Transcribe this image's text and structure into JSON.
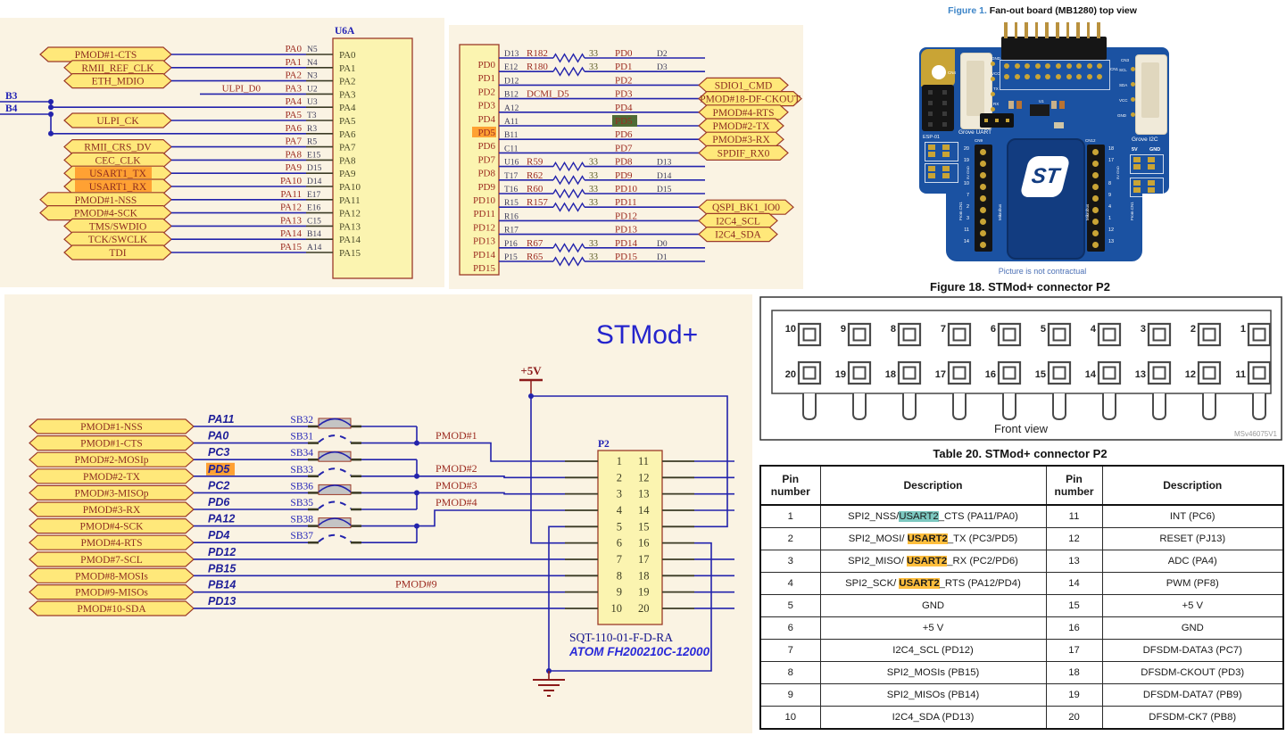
{
  "colors": {
    "wire_blue": "#2323AC",
    "net_maroon": "#9C2B20",
    "flag_yellow": "#FFE87A",
    "flag_border": "#9C3A28",
    "chip_fill": "#FBF4B0",
    "highlight_orange": "#FFA133",
    "hl_teal": "#7CC8C0",
    "hl_yellow": "#FFBE3C",
    "board_blue": "#1B52A2",
    "cream_bg": "#FAF3E3",
    "pin_stub": "#3A3A24"
  },
  "schematic_u6a": {
    "ref": "U6A",
    "left_stubs": [
      "B3",
      "B4"
    ],
    "rows": [
      {
        "inner": "PA0",
        "pin": "N5",
        "net": "PA0",
        "port": "PMOD#1-CTS",
        "wide": true
      },
      {
        "inner": "PA1",
        "pin": "N4",
        "net": "PA1",
        "port": "RMII_REF_CLK"
      },
      {
        "inner": "PA2",
        "pin": "N3",
        "net": "PA2",
        "port": "ETH_MDIO"
      },
      {
        "inner": "PA3",
        "pin": "U2",
        "net": "PA3",
        "wire_label": "ULPI_D0"
      },
      {
        "inner": "PA4",
        "pin": "U3",
        "net": "PA4",
        "from_left": 0
      },
      {
        "inner": "PA5",
        "pin": "T3",
        "net": "PA5",
        "port": "ULPI_CK"
      },
      {
        "inner": "PA6",
        "pin": "R3",
        "net": "PA6",
        "from_left": 1
      },
      {
        "inner": "PA7",
        "pin": "R5",
        "net": "PA7",
        "port": "RMII_CRS_DV"
      },
      {
        "inner": "PA8",
        "pin": "E15",
        "net": "PA8",
        "port": "CEC_CLK"
      },
      {
        "inner": "PA9",
        "pin": "D15",
        "net": "PA9",
        "port": "USART1_TX",
        "hl": true
      },
      {
        "inner": "PA10",
        "pin": "D14",
        "net": "PA10",
        "port": "USART1_RX",
        "hl": true
      },
      {
        "inner": "PA11",
        "pin": "E17",
        "net": "PA11",
        "port": "PMOD#1-NSS",
        "wide": true
      },
      {
        "inner": "PA12",
        "pin": "E16",
        "net": "PA12",
        "port": "PMOD#4-SCK",
        "wide": true
      },
      {
        "inner": "PA13",
        "pin": "C15",
        "net": "PA13",
        "port": "TMS/SWDIO"
      },
      {
        "inner": "PA14",
        "pin": "B14",
        "net": "PA14",
        "port": "TCK/SWCLK"
      },
      {
        "inner": "PA15",
        "pin": "A14",
        "net": "PA15",
        "port": "TDI"
      }
    ]
  },
  "schematic_pd": {
    "rows": [
      {
        "inner": "PD0",
        "pin": "D13",
        "res": "R182",
        "val": "33",
        "net": "PD0",
        "pin2": "D2"
      },
      {
        "inner": "PD1",
        "pin": "E12",
        "res": "R180",
        "val": "33",
        "net": "PD1",
        "pin2": "D3"
      },
      {
        "inner": "PD2",
        "pin": "D12",
        "net": "PD2",
        "port": "SDIO1_CMD",
        "pw": 100
      },
      {
        "inner": "PD3",
        "pin": "B12",
        "wire_label": "DCMI_D5",
        "net": "PD3",
        "port": "PMOD#18-DF-CKOUT",
        "pw": 115
      },
      {
        "inner": "PD4",
        "pin": "A12",
        "net": "PD4",
        "port": "PMOD#4-RTS",
        "pw": 100
      },
      {
        "inner": "PD5",
        "pin": "A11",
        "net": "PD5",
        "port": "PMOD#2-TX",
        "pw": 95,
        "inner_hl": true,
        "net_hl": true
      },
      {
        "inner": "PD6",
        "pin": "B11",
        "net": "PD6",
        "port": "PMOD#3-RX",
        "pw": 95
      },
      {
        "inner": "PD7",
        "pin": "C11",
        "net": "PD7",
        "port": "SPDIF_RX0",
        "pw": 100
      },
      {
        "inner": "PD8",
        "pin": "U16",
        "res": "R59",
        "val": "33",
        "net": "PD8",
        "pin2": "D13"
      },
      {
        "inner": "PD9",
        "pin": "T17",
        "res": "R62",
        "val": "33",
        "net": "PD9",
        "pin2": "D14"
      },
      {
        "inner": "PD10",
        "pin": "T16",
        "res": "R60",
        "val": "33",
        "net": "PD10",
        "pin2": "D15"
      },
      {
        "inner": "PD11",
        "pin": "R15",
        "res": "R157",
        "val": "33",
        "net": "PD11",
        "port": "QSPI_BK1_IO0",
        "pw": 106
      },
      {
        "inner": "PD12",
        "pin": "R16",
        "net": "PD12",
        "port": "I2C4_SCL",
        "pw": 88
      },
      {
        "inner": "PD13",
        "pin": "R17",
        "net": "PD13",
        "port": "I2C4_SDA",
        "pw": 88
      },
      {
        "inner": "PD14",
        "pin": "P16",
        "res": "R67",
        "val": "33",
        "net": "PD14",
        "pin2": "D0"
      },
      {
        "inner": "PD15",
        "pin": "P15",
        "res": "R65",
        "val": "33",
        "net": "PD15",
        "pin2": "D1"
      }
    ]
  },
  "stmod": {
    "title": "STMod+",
    "power": "+5V",
    "conn_ref": "P2",
    "part1": "SQT-110-01-F-D-RA",
    "part2": "ATOM FH200210C-12000",
    "rows": [
      {
        "port": "PMOD#1-NSS",
        "net": "PA11",
        "sb": "SB32",
        "closed": true
      },
      {
        "port": "PMOD#1-CTS",
        "net": "PA0",
        "sb": "SB31",
        "closed": false
      },
      {
        "port": "PMOD#2-MOSIp",
        "net": "PC3",
        "sb": "SB34",
        "closed": true
      },
      {
        "port": "PMOD#2-TX",
        "net": "PD5",
        "sb": "SB33",
        "closed": false,
        "net_hl": true
      },
      {
        "port": "PMOD#3-MISOp",
        "net": "PC2",
        "sb": "SB36",
        "closed": true
      },
      {
        "port": "PMOD#3-RX",
        "net": "PD6",
        "sb": "SB35",
        "closed": false
      },
      {
        "port": "PMOD#4-SCK",
        "net": "PA12",
        "sb": "SB38",
        "closed": true
      },
      {
        "port": "PMOD#4-RTS",
        "net": "PD4",
        "sb": "SB37",
        "closed": false
      },
      {
        "port": "PMOD#7-SCL",
        "net": "PD12"
      },
      {
        "port": "PMOD#8-MOSIs",
        "net": "PB15"
      },
      {
        "port": "PMOD#9-MISOs",
        "net": "PB14"
      },
      {
        "port": "PMOD#10-SDA",
        "net": "PD13"
      }
    ],
    "pair_labels": [
      "PMOD#1",
      "PMOD#2",
      "PMOD#3",
      "PMOD#4"
    ],
    "mid_label": "PMOD#9",
    "pins_left": [
      "1",
      "2",
      "3",
      "4",
      "5",
      "6",
      "7",
      "8",
      "9",
      "10"
    ],
    "pins_right": [
      "11",
      "12",
      "13",
      "14",
      "15",
      "16",
      "17",
      "18",
      "19",
      "20"
    ]
  },
  "figure1": {
    "caption_label": "Figure 1.",
    "caption_text": "Fan-out board (MB1280) top view",
    "note": "Picture is not contractual",
    "board": {
      "logo": "ST",
      "silk_labels": [
        "3.3V default",
        "3.3V default",
        "GND",
        "VCC",
        "TX",
        "RX",
        "CN4",
        "Grove UART",
        "SCL",
        "SDA",
        "VCC",
        "GND",
        "CN3",
        "Grove I2C",
        "CN1",
        "ESP-01",
        "3V3 GND",
        "5V",
        "GND",
        "From CN1",
        "Mikrobus",
        "From CN1",
        "Mikrobus",
        "CN9",
        "CN12",
        "5V GND",
        "5V GND",
        "U1"
      ],
      "left_pins": [
        "20",
        "19",
        "10",
        "7",
        "2",
        "3",
        "11",
        "14"
      ],
      "right_pins": [
        "18",
        "17",
        "8",
        "9",
        "4",
        "1",
        "12",
        "13"
      ]
    }
  },
  "figure18": {
    "title": "Figure 18. STMod+ connector P2",
    "top_pins": [
      "10",
      "9",
      "8",
      "7",
      "6",
      "5",
      "4",
      "3",
      "2",
      "1"
    ],
    "bottom_pins": [
      "20",
      "19",
      "18",
      "17",
      "16",
      "15",
      "14",
      "13",
      "12",
      "11"
    ],
    "front_view": "Front view",
    "watermark": "MSv46075V1"
  },
  "table20": {
    "title": "Table 20. STMod+ connector P2",
    "headers": [
      "Pin number",
      "Description",
      "Pin number",
      "Description"
    ],
    "rows": [
      {
        "pin_l": "1",
        "desc_l": {
          "pre": "SPI2_NSS/",
          "hl": "USART2",
          "suf": "_CTS (PA11/PA0)",
          "style": "teal"
        },
        "pin_r": "11",
        "desc_r": "INT (PC6)"
      },
      {
        "pin_l": "2",
        "desc_l": {
          "pre": "SPI2_MOSI/ ",
          "hl": "USART2",
          "suf": "_TX (PC3/PD5)",
          "style": "orange"
        },
        "pin_r": "12",
        "desc_r": "RESET (PJ13)"
      },
      {
        "pin_l": "3",
        "desc_l": {
          "pre": "SPI2_MISO/ ",
          "hl": "USART2",
          "suf": "_RX (PC2/PD6)",
          "style": "orange"
        },
        "pin_r": "13",
        "desc_r": "ADC (PA4)"
      },
      {
        "pin_l": "4",
        "desc_l": {
          "pre": "SPI2_SCK/ ",
          "hl": "USART2",
          "suf": "_RTS (PA12/PD4)",
          "style": "orange"
        },
        "pin_r": "14",
        "desc_r": "PWM (PF8)"
      },
      {
        "pin_l": "5",
        "desc_l": "GND",
        "pin_r": "15",
        "desc_r": "+5 V"
      },
      {
        "pin_l": "6",
        "desc_l": "+5 V",
        "pin_r": "16",
        "desc_r": "GND"
      },
      {
        "pin_l": "7",
        "desc_l": "I2C4_SCL (PD12)",
        "pin_r": "17",
        "desc_r": "DFSDM-DATA3 (PC7)"
      },
      {
        "pin_l": "8",
        "desc_l": "SPI2_MOSIs (PB15)",
        "pin_r": "18",
        "desc_r": "DFSDM-CKOUT (PD3)"
      },
      {
        "pin_l": "9",
        "desc_l": "SPI2_MISOs (PB14)",
        "pin_r": "19",
        "desc_r": "DFSDM-DATA7 (PB9)"
      },
      {
        "pin_l": "10",
        "desc_l": "I2C4_SDA (PD13)",
        "pin_r": "20",
        "desc_r": "DFSDM-CK7 (PB8)"
      }
    ]
  }
}
